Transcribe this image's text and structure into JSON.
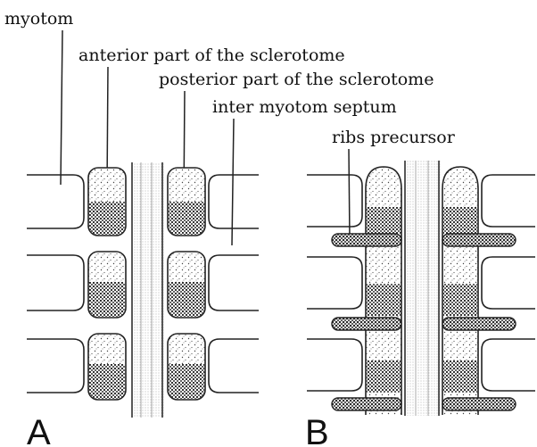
{
  "labels": {
    "myotom": "myotom",
    "anterior": "anterior part of the sclerotome",
    "posterior": "posterior part of the sclerotome",
    "septum": "inter myotom septum",
    "ribs": "ribs precursor"
  },
  "panels": {
    "a": "A",
    "b": "B"
  }
}
